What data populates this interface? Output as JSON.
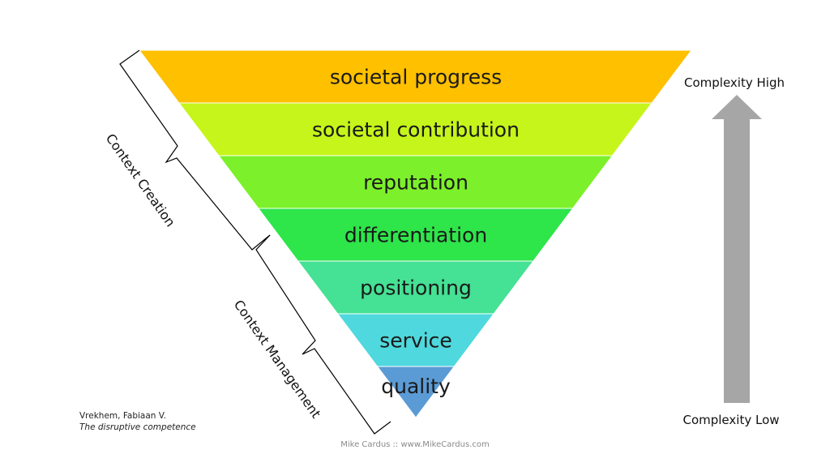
{
  "pyramid": {
    "layers": [
      {
        "label": "societal progress",
        "color": "#FFC000"
      },
      {
        "label": "societal contribution",
        "color": "#C6F51B"
      },
      {
        "label": "reputation",
        "color": "#7CF02A"
      },
      {
        "label": "differentiation",
        "color": "#2EE54A"
      },
      {
        "label": "positioning",
        "color": "#45E194"
      },
      {
        "label": "service",
        "color": "#4FD8DD"
      },
      {
        "label": "quality",
        "color": "#5B9BD5"
      }
    ]
  },
  "brackets": {
    "creation": "Context Creation",
    "management": "Context Management"
  },
  "complexity": {
    "high": "Complexity High",
    "low": "Complexity Low",
    "arrow_color": "#A6A6A6"
  },
  "citation": {
    "author": "Vrekhem,  Fabiaan V.",
    "title": "The disruptive  competence"
  },
  "footer": "Mike Cardus :: www.MikeCardus.com"
}
